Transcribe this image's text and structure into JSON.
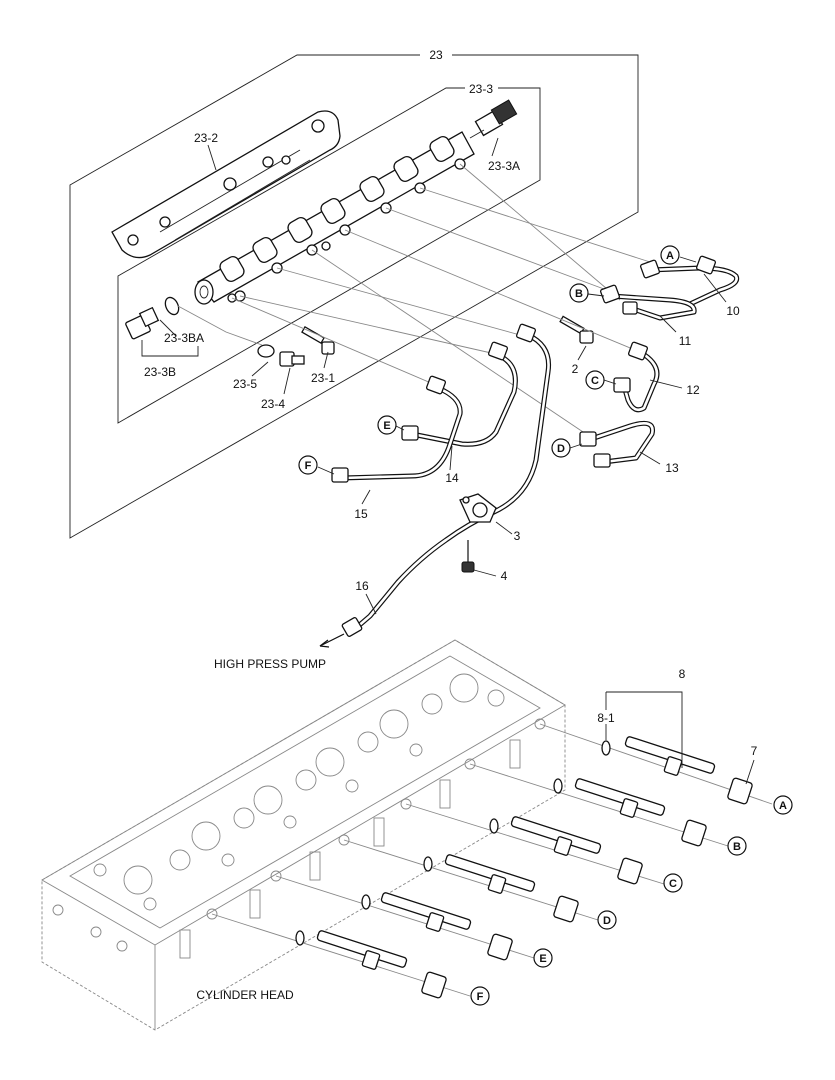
{
  "labels": {
    "l23": "23",
    "l23_3": "23-3",
    "l23_2": "23-2",
    "l23_3A": "23-3A",
    "l23_3BA": "23-3BA",
    "l23_3B": "23-3B",
    "l23_5": "23-5",
    "l23_4": "23-4",
    "l23_1": "23-1",
    "l2": "2",
    "l10": "10",
    "l11": "11",
    "l12": "12",
    "l13": "13",
    "l14": "14",
    "l15": "15",
    "l3": "3",
    "l4": "4",
    "l16": "16",
    "l8": "8",
    "l8_1": "8-1",
    "l7": "7"
  },
  "captions": {
    "pump": "HIGH PRESS PUMP",
    "head": "CYLINDER HEAD"
  },
  "callouts": {
    "top": [
      "A",
      "B",
      "C",
      "D",
      "E",
      "F"
    ],
    "bottom": [
      "A",
      "B",
      "C",
      "D",
      "E",
      "F"
    ]
  }
}
